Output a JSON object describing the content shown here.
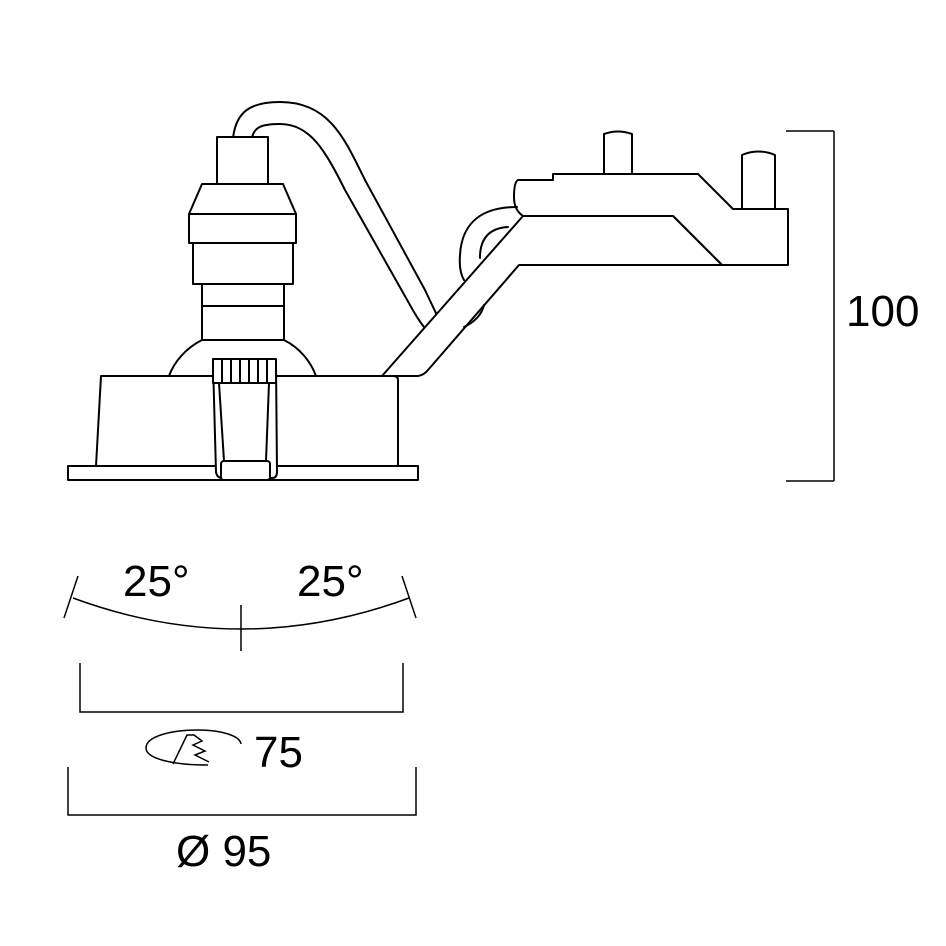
{
  "drawing": {
    "title": "Recessed downlight technical drawing",
    "line_color": "#000000",
    "background": "#ffffff"
  },
  "dimensions": {
    "height": {
      "value": "100"
    },
    "tilt_left": {
      "value": "25°"
    },
    "tilt_right": {
      "value": "25°"
    },
    "cutout": {
      "value": "75",
      "icon": "ceiling-cutout-icon"
    },
    "diameter": {
      "value": "Ø 95"
    }
  }
}
